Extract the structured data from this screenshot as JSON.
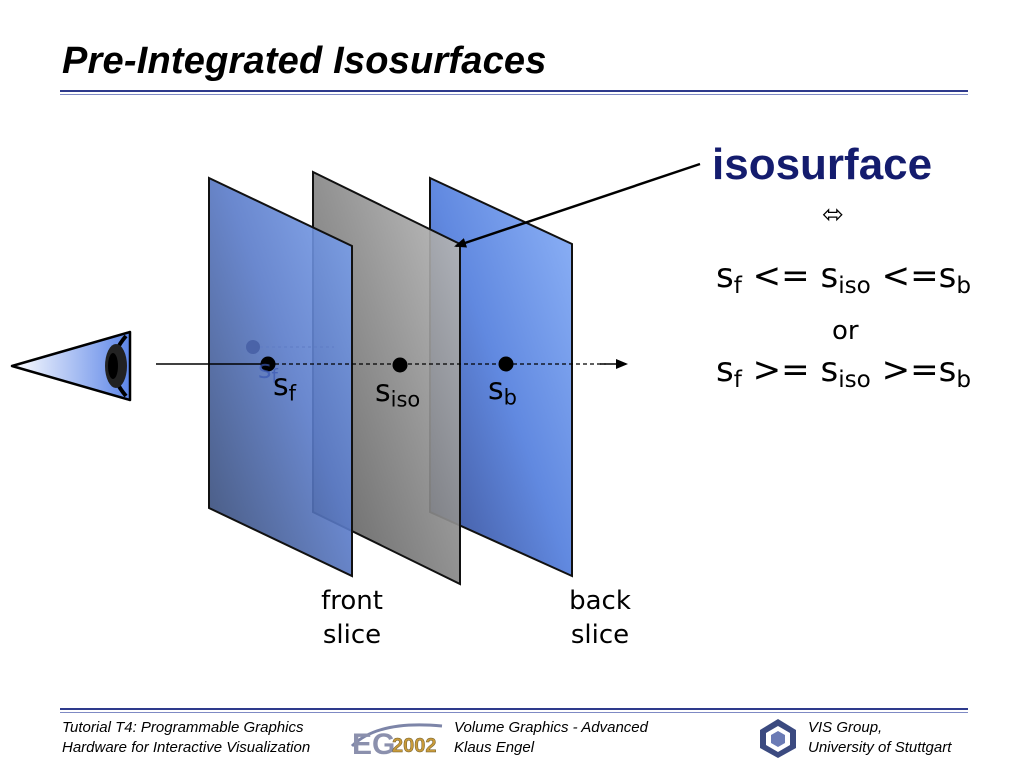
{
  "slide": {
    "title": "Pre-Integrated Isosurfaces"
  },
  "diagram": {
    "labels": {
      "s_front_base": "s",
      "s_front_sub": "f",
      "s_front_ghost_base": "s",
      "s_front_ghost_sub": "f",
      "s_iso_base": "s",
      "s_iso_sub": "iso",
      "s_back_base": "s",
      "s_back_sub": "b"
    },
    "front_slice_label": [
      "front",
      "slice"
    ],
    "back_slice_label": [
      "back",
      "slice"
    ],
    "icons": [
      "eye-icon",
      "arrow-icon"
    ]
  },
  "annotation": {
    "heading": "isosurface",
    "equivalence_symbol": "⬄",
    "condition_1": {
      "s1": "s",
      "s1_sub": "f",
      "op1": "<=",
      "s2": "s",
      "s2_sub": "iso",
      "op2": "<=",
      "s3": "s",
      "s3_sub": "b"
    },
    "or_word": "or",
    "condition_2": {
      "s1": "s",
      "s1_sub": "f",
      "op1": ">=",
      "s2": "s",
      "s2_sub": "iso",
      "op2": ">=",
      "s3": "s",
      "s3_sub": "b"
    }
  },
  "footer": {
    "left_line1": "Tutorial T4: Programmable Graphics",
    "left_line2": "Hardware for Interactive Visualization",
    "logo_text": "2002",
    "logo_letters": "EG",
    "center_line1": "Volume Graphics - Advanced",
    "center_line2": "Klaus Engel",
    "right_line1": "VIS Group,",
    "right_line2": "University of Stuttgart"
  },
  "colors": {
    "title_rule": "#2e3a8c",
    "slice_blue_light": "#86aef5",
    "slice_blue_dark": "#3a4f8e",
    "slice_gray_light": "#b4b4b4",
    "slice_gray_dark": "#5e5e5e",
    "heading_navy": "#141c6e"
  }
}
